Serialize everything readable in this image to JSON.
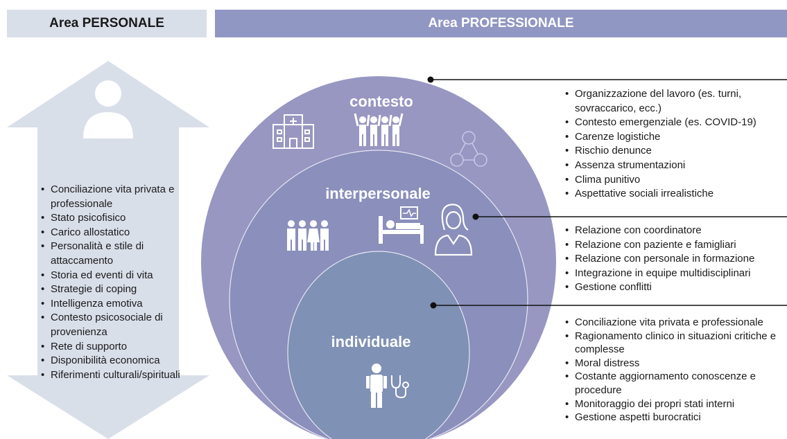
{
  "header": {
    "personal": "Area PERSONALE",
    "professional": "Area PROFESSIONALE"
  },
  "colors": {
    "personal_header_bg": "#d9dfe9",
    "professional_header_bg": "#9197c3",
    "arrow_fill": "#d9dfe9",
    "outer_ring": "#9897c2",
    "middle_ring": "#8a8fbb",
    "inner_ring": "#7f91b4"
  },
  "icons": {
    "person": "person-silhouette-icon",
    "hospital": "hospital-icon",
    "crowd": "people-cheering-icon",
    "network": "people-network-icon",
    "group": "people-group-icon",
    "bed": "patient-bed-icon",
    "nurse": "female-professional-icon",
    "doctor": "doctor-stethoscope-icon"
  },
  "personal": {
    "items": [
      "Conciliazione vita privata e professionale",
      "Stato psicofisico",
      "Carico allostatico",
      "Personalità e stile di attaccamento",
      "Storia ed eventi di vita",
      "Strategie di coping",
      "Intelligenza emotiva",
      "Contesto psicosociale di provenienza",
      "Rete di supporto",
      "Disponibilità economica",
      "Riferimenti culturali/spirituali"
    ]
  },
  "rings": {
    "contesto": "contesto",
    "interpersonale": "interpersonale",
    "individuale": "individuale"
  },
  "contesto": {
    "items": [
      "Organizzazione del lavoro (es. turni, sovraccarico, ecc.)",
      "Contesto emergenziale (es. COVID-19)",
      "Carenze logistiche",
      "Rischio denunce",
      "Assenza strumentazioni",
      "Clima punitivo",
      "Aspettative sociali irrealistiche"
    ]
  },
  "interpersonale": {
    "items": [
      "Relazione con coordinatore",
      "Relazione con paziente e famigliari",
      "Relazione con personale in formazione",
      "Integrazione in equipe multidisciplinari",
      "Gestione conflitti"
    ]
  },
  "individuale": {
    "items": [
      "Conciliazione vita privata e professionale",
      "Ragionamento clinico in situazioni critiche e complesse",
      "Moral distress",
      "Costante aggiornamento conoscenze e procedure",
      "Monitoraggio dei propri stati interni",
      "Gestione aspetti burocratici"
    ]
  }
}
